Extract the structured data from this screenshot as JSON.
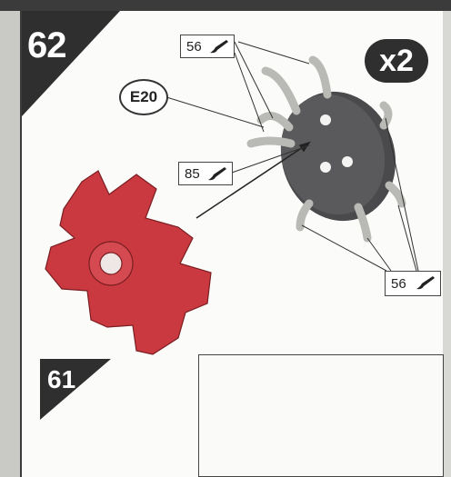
{
  "steps": {
    "current": "62",
    "previous": "61"
  },
  "quantity": {
    "label": "x2"
  },
  "part_ref": {
    "label": "E20"
  },
  "callouts": [
    {
      "value": "56",
      "icon": "paint-brush-icon"
    },
    {
      "value": "85",
      "icon": "paint-brush-icon"
    },
    {
      "value": "56",
      "icon": "paint-brush-icon"
    }
  ],
  "colors": {
    "highlight": "#c9393f",
    "dark_part": "#4a4a4c",
    "pipe": "#b9b9b6",
    "corner": "#2f2f2f"
  }
}
